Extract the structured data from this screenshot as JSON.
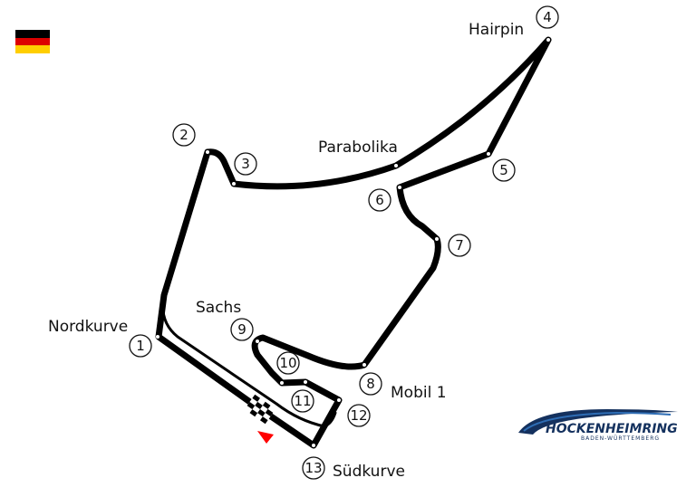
{
  "map": {
    "corner_names": {
      "hairpin": "Hairpin",
      "parabolika": "Parabolika",
      "sachs": "Sachs",
      "nordkurve": "Nordkurve",
      "mobil1": "Mobil 1",
      "suedkurve": "Südkurve"
    },
    "turns": [
      "1",
      "2",
      "3",
      "4",
      "5",
      "6",
      "7",
      "8",
      "9",
      "10",
      "11",
      "12",
      "13"
    ],
    "flag": {
      "country": "Germany",
      "colors": [
        "#000000",
        "#dd0000",
        "#ffce00"
      ]
    },
    "start_marker_color": "#ff0000",
    "logo": {
      "title": "HOCKENHEIMRING",
      "subtitle": "BADEN-WÜRTTEMBERG",
      "colors": [
        "#14315e",
        "#2e6db4"
      ]
    }
  }
}
